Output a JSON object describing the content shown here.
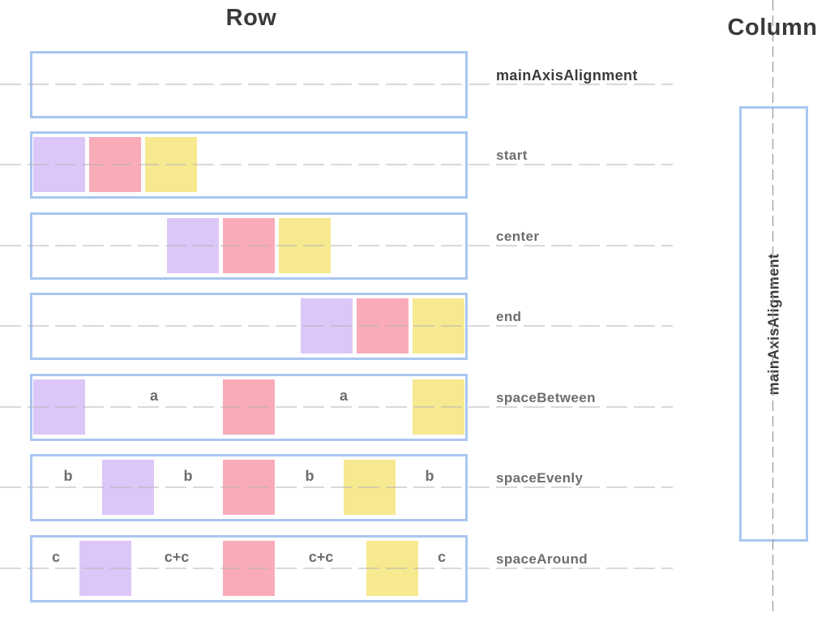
{
  "titles": {
    "row": "Row",
    "column": "Column"
  },
  "rows": [
    {
      "label": "mainAxisAlignment",
      "gap_labels": []
    },
    {
      "label": "start",
      "gap_labels": []
    },
    {
      "label": "center",
      "gap_labels": []
    },
    {
      "label": "end",
      "gap_labels": []
    },
    {
      "label": "spaceBetween",
      "gap_labels": [
        "a",
        "a"
      ]
    },
    {
      "label": "spaceEvenly",
      "gap_labels": [
        "b",
        "b",
        "b",
        "b"
      ]
    },
    {
      "label": "spaceAround",
      "gap_labels": [
        "c",
        "c+c",
        "c+c",
        "c"
      ]
    }
  ],
  "column": {
    "axis_label": "mainAxisAlignment"
  },
  "colors": {
    "box_border": "#a9c7f0",
    "purple": "#dcc7f8",
    "pink": "#faabb8",
    "yellow": "#f7e98f",
    "label_gray": "#6f6b70",
    "title_dark": "#3a3a3a",
    "dash_gray": "#b3b3b3",
    "dash_vert_gray": "#9e9e9e"
  }
}
